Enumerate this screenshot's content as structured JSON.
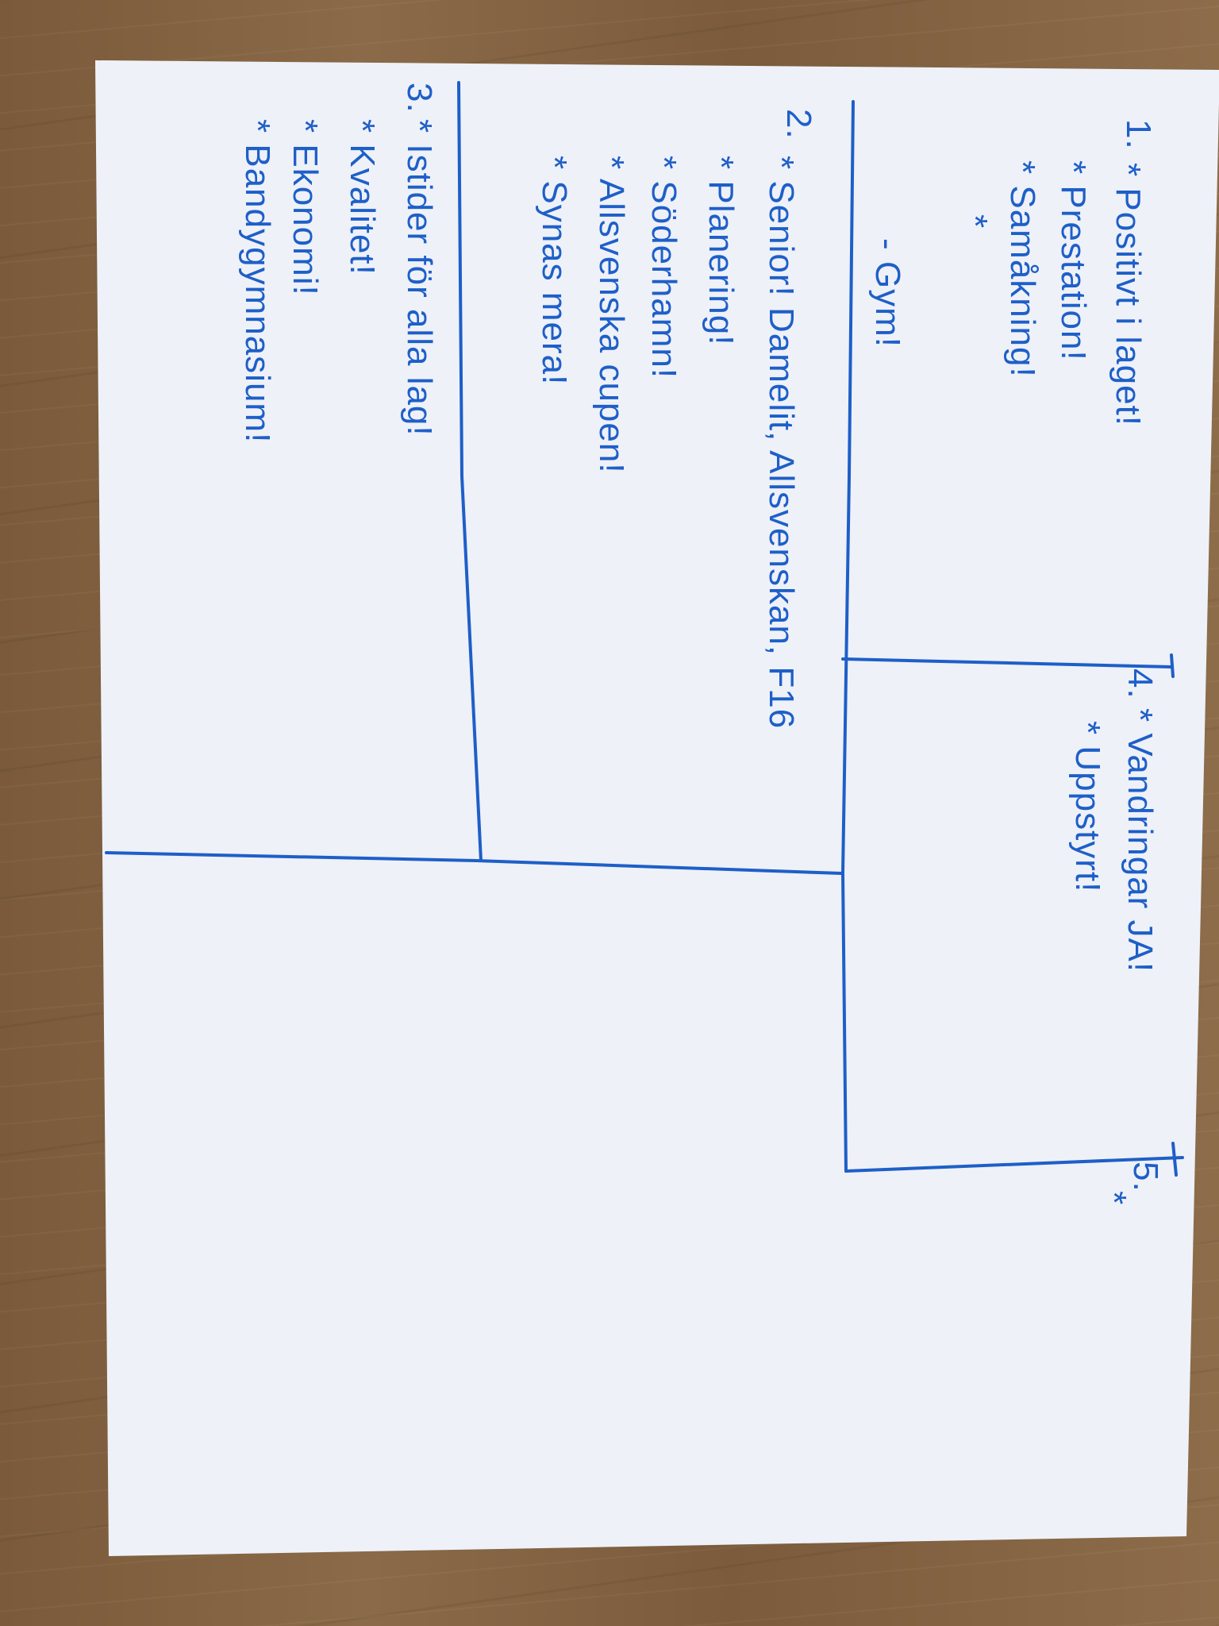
{
  "colors": {
    "ink": "#1e5fc8",
    "paper": "#eef1f8",
    "floor": "#7f5f40"
  },
  "sections": [
    {
      "number": "1.",
      "items": [
        "* Positivt i laget!",
        "* Prestation!",
        "* Samåkning!",
        "*",
        "- Gym!"
      ]
    },
    {
      "number": "2.",
      "items": [
        "* Senior! Damelit, Allsvenskan, F16",
        "* Planering!",
        "* Söderhamn!",
        "* Allsvenska cupen!",
        "* Synas mera!"
      ]
    },
    {
      "number": "3.",
      "items": [
        "* Istider för alla lag!",
        "* Kvalitet!",
        "* Ekonomi!",
        "* Bandygymnasium!"
      ]
    },
    {
      "number": "4.",
      "items": [
        "* Vandringar JA!",
        "* Uppstyrt!"
      ]
    },
    {
      "number": "5.",
      "items": [
        "*"
      ]
    }
  ]
}
